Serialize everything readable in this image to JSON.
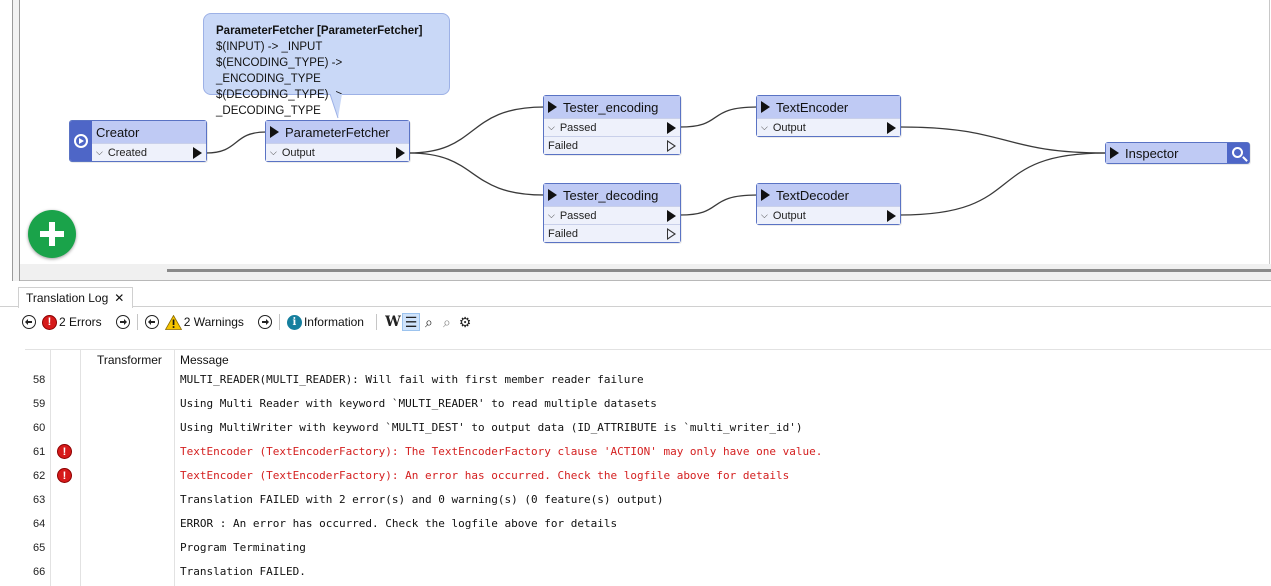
{
  "tooltip": {
    "title": "ParameterFetcher [ParameterFetcher]",
    "lines": [
      "$(INPUT) -> _INPUT",
      "$(ENCODING_TYPE) -> _ENCODING_TYPE",
      "$(DECODING_TYPE) -> _DECODING_TYPE"
    ]
  },
  "nodes": {
    "creator": {
      "title": "Creator",
      "port": "Created"
    },
    "parameter_fetcher": {
      "title": "ParameterFetcher",
      "port": "Output"
    },
    "tester_encoding": {
      "title": "Tester_encoding",
      "ports": [
        "Passed",
        "Failed"
      ]
    },
    "tester_decoding": {
      "title": "Tester_decoding",
      "ports": [
        "Passed",
        "Failed"
      ]
    },
    "text_encoder": {
      "title": "TextEncoder",
      "port": "Output"
    },
    "text_decoder": {
      "title": "TextDecoder",
      "port": "Output"
    },
    "inspector": {
      "title": "Inspector"
    }
  },
  "colors": {
    "node_header": "#bfcaf4",
    "node_border": "#5a73c4",
    "error_text": "#d42020",
    "add_button": "#1aa34a"
  },
  "log": {
    "tab_label": "Translation Log",
    "errors_label": "2 Errors",
    "warnings_label": "2 Warnings",
    "info_label": "Information",
    "columns": {
      "transformer": "Transformer",
      "message": "Message"
    },
    "rows": [
      {
        "num": "58",
        "level": "info",
        "message": "MULTI_READER(MULTI_READER): Will fail with first member reader failure"
      },
      {
        "num": "59",
        "level": "info",
        "message": "Using Multi Reader with keyword `MULTI_READER' to read multiple datasets"
      },
      {
        "num": "60",
        "level": "info",
        "message": "Using MultiWriter with keyword `MULTI_DEST' to output data (ID_ATTRIBUTE is `multi_writer_id')"
      },
      {
        "num": "61",
        "level": "error",
        "message": "TextEncoder (TextEncoderFactory): The TextEncoderFactory clause 'ACTION' may only have one value."
      },
      {
        "num": "62",
        "level": "error",
        "message": "TextEncoder (TextEncoderFactory): An error has occurred. Check the logfile above for details"
      },
      {
        "num": "63",
        "level": "info",
        "message": "Translation FAILED with 2 error(s) and 0 warning(s) (0 feature(s) output)"
      },
      {
        "num": "64",
        "level": "info",
        "message": "ERROR : An error has occurred. Check the logfile above for details"
      },
      {
        "num": "65",
        "level": "info",
        "message": "Program Terminating"
      },
      {
        "num": "66",
        "level": "info",
        "message": "Translation FAILED."
      }
    ]
  }
}
